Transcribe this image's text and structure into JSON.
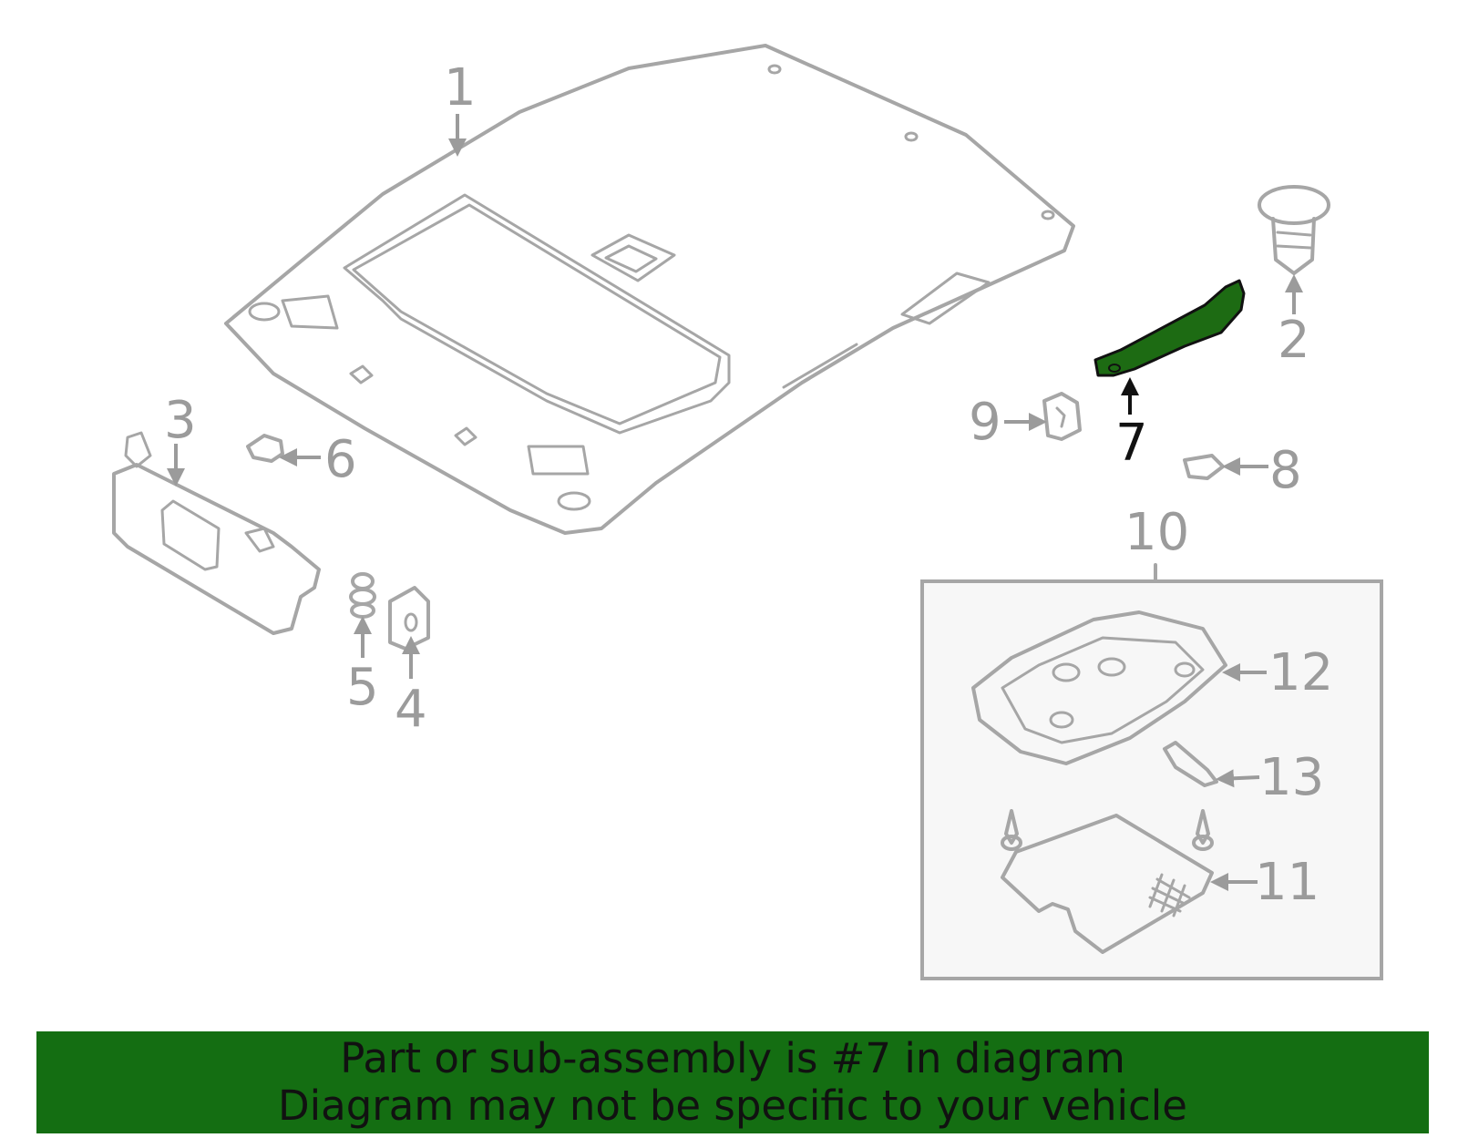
{
  "diagram": {
    "highlight_color": "#1d6b13",
    "callouts": [
      "1",
      "2",
      "3",
      "4",
      "5",
      "6",
      "7",
      "8",
      "9",
      "10",
      "11",
      "12",
      "13"
    ],
    "highlighted_part": "7"
  },
  "banner": {
    "line1": "Part or sub-assembly is #7 in diagram",
    "line2": "Diagram may not be specific to your vehicle",
    "background": "#146e12"
  }
}
